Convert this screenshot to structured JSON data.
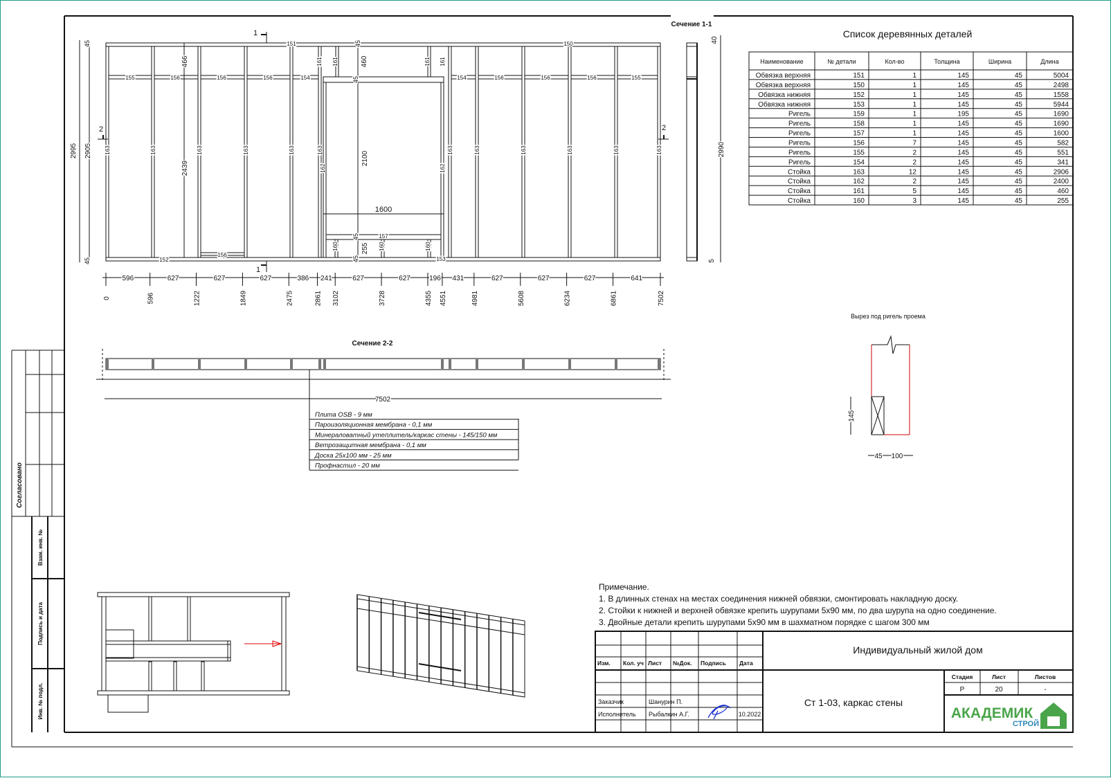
{
  "section_1_1": {
    "title": "Сечение 1-1",
    "dims": {
      "top": "40",
      "height": "2990",
      "bottom": "5"
    }
  },
  "elevation": {
    "section_marks": {
      "s1": "1",
      "s2": "2"
    },
    "members": {
      "top_plate_left": "151",
      "top_plate_right": "150",
      "bottom_plate_left": "152",
      "bottom_plate_right": "153",
      "stud": "163",
      "jack_stud": "162",
      "cripple_top": "161",
      "cripple_bottom": "160",
      "sill": "157",
      "nog_156": "156",
      "nog_155": "155",
      "nog_154": "154"
    },
    "dims": {
      "overall": "2995",
      "frame": "2905",
      "plate": "45",
      "upper_zone": "466",
      "stud_clear": "2439",
      "above_header": "460",
      "door_height": "2100",
      "door_width": "1600",
      "below_sill": "255"
    },
    "chain_segments": [
      "596",
      "627",
      "627",
      "627",
      "386",
      "241",
      "627",
      "627",
      "196",
      "431",
      "627",
      "627",
      "627",
      "641"
    ],
    "chain_marks": [
      "0",
      "596",
      "1222",
      "1849",
      "2475",
      "2861",
      "3102",
      "3728",
      "4355",
      "4551",
      "4981",
      "5608",
      "6234",
      "6861",
      "7502"
    ]
  },
  "section_2_2": {
    "title": "Сечение 2-2",
    "length": "7502",
    "layers": [
      "Плита OSB -  9 мм",
      "Пароизоляционная мембрана - 0,1 мм",
      "Минераловатный утеплитель/каркас стены -  145/150 мм",
      "Ветрозащитная мембрана - 0,1 мм",
      "Доска 25х100 мм - 25 мм",
      "Профнастил - 20 мм"
    ]
  },
  "detail": {
    "title": "Вырез под ригель проема",
    "height": "145",
    "w1": "45",
    "w2": "100"
  },
  "parts_table": {
    "title": "Список деревянных деталей",
    "headers": [
      "Наименование",
      "№ детали",
      "Кол-во",
      "Толщина",
      "Ширина",
      "Длина"
    ],
    "rows": [
      [
        "Обвязка верхняя",
        "151",
        "1",
        "145",
        "45",
        "5004"
      ],
      [
        "Обвязка верхняя",
        "150",
        "1",
        "145",
        "45",
        "2498"
      ],
      [
        "Обвязка нижняя",
        "152",
        "1",
        "145",
        "45",
        "1558"
      ],
      [
        "Обвязка нижняя",
        "153",
        "1",
        "145",
        "45",
        "5944"
      ],
      [
        "Ригель",
        "159",
        "1",
        "195",
        "45",
        "1690"
      ],
      [
        "Ригель",
        "158",
        "1",
        "145",
        "45",
        "1690"
      ],
      [
        "Ригель",
        "157",
        "1",
        "145",
        "45",
        "1600"
      ],
      [
        "Ригель",
        "156",
        "7",
        "145",
        "45",
        "582"
      ],
      [
        "Ригель",
        "155",
        "2",
        "145",
        "45",
        "551"
      ],
      [
        "Ригель",
        "154",
        "2",
        "145",
        "45",
        "341"
      ],
      [
        "Стойка",
        "163",
        "12",
        "145",
        "45",
        "2906"
      ],
      [
        "Стойка",
        "162",
        "2",
        "145",
        "45",
        "2400"
      ],
      [
        "Стойка",
        "161",
        "5",
        "145",
        "45",
        "460"
      ],
      [
        "Стойка",
        "160",
        "3",
        "145",
        "45",
        "255"
      ]
    ]
  },
  "notes": {
    "title": "Примечание.",
    "items": [
      "1. В длинных стенах на местах соединения нижней обвязки, смонтировать накладную доску.",
      "2. Стойки к нижней и верхней обвязке крепить шурупами  5х90 мм, по два шурупа на одно соединение.",
      "3. Двойные детали крепить шурупами 5х90 мм в шахматном порядке с шагом 300 мм"
    ]
  },
  "title_block": {
    "headers": [
      "Изм.",
      "Кол. уч",
      "Лист",
      "№Док.",
      "Подпись",
      "Дата"
    ],
    "customer_role": "Заказчик",
    "customer_name": "Шанурин П.",
    "author_role": "Исполнитель",
    "author_name": "Рыбалкин А.Г.",
    "date": "10.2022",
    "project": "Индивидуальный жилой дом",
    "sheet_title": "Ст 1-03, каркас стены",
    "stage_headers": [
      "Стадия",
      "Лист",
      "Листов"
    ],
    "stage_values": [
      "Р",
      "20",
      "-"
    ],
    "logo_main": "АКАДЕМИК",
    "logo_sub": "СТРОЙ",
    "colors": {
      "logo_green": "#4aa54a",
      "logo_blue": "#2f86b8"
    }
  },
  "side_stamp": {
    "agreed": "Согласовано",
    "replaced_inv": "Взам. инв. №",
    "sign_date": "Подпись и дата",
    "inv_orig": "Инв. № подл."
  }
}
